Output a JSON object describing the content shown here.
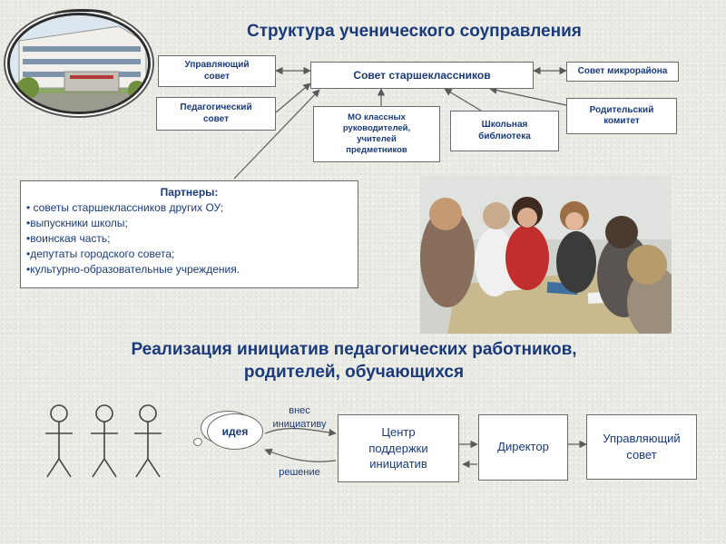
{
  "titles": {
    "top": "Структура ученического соуправления",
    "bottom_line1": "Реализация инициатив педагогических работников,",
    "bottom_line2": "родителей, обучающихся"
  },
  "org": {
    "center": "Совет старшеклассников",
    "left": [
      {
        "line1": "Управляющий",
        "line2": "совет"
      },
      {
        "line1": "Педагогический",
        "line2": "совет"
      }
    ],
    "right": [
      {
        "line1": "Совет микрорайона"
      },
      {
        "line1": "Родительский",
        "line2": "комитет"
      }
    ],
    "bottom": [
      {
        "line1": "МО классных",
        "line2": "руководителей,",
        "line3": "учителей",
        "line4": "предметников"
      },
      {
        "line1": "Школьная",
        "line2": "библиотека"
      }
    ]
  },
  "partners": {
    "heading": "Партнеры:",
    "items": [
      "• советы старшеклассников других ОУ;",
      "•выпускники школы;",
      "•воинская часть;",
      "•депутаты городского совета;",
      "•культурно-образовательные учреждения."
    ]
  },
  "flow": {
    "idea": "идея",
    "forward_label_line1": "внес",
    "forward_label_line2": "инициативу",
    "back_label": "решение",
    "boxes": [
      {
        "line1": "Центр",
        "line2": "поддержки",
        "line3": "инициатив"
      },
      {
        "line1": "Директор"
      },
      {
        "line1": "Управляющий",
        "line2": "совет"
      }
    ]
  },
  "colors": {
    "text": "#1a3a7a",
    "line": "#6b6b6b"
  }
}
